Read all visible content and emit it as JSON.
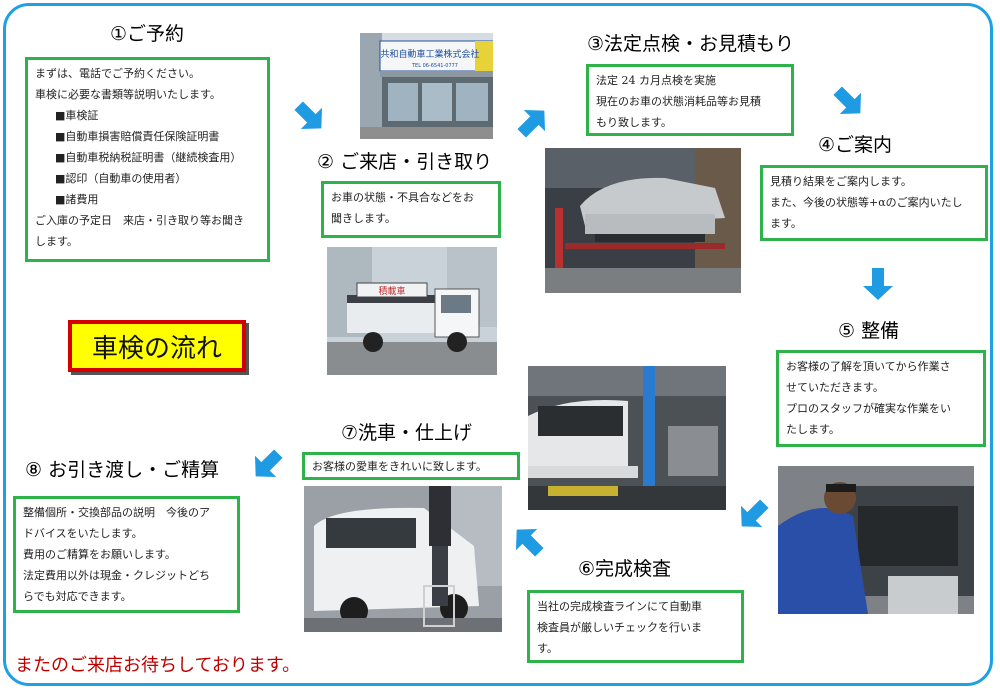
{
  "steps": [
    {
      "title": "①ご予約",
      "lines": [
        "まずは、電話でご予約ください。",
        "車検に必要な書類等説明いたします。",
        "■車検証",
        "■自動車損害賠償責任保険証明書",
        "■自動車税納税証明書（継続検査用）",
        "■認印（自動車の使用者）",
        "■諸費用",
        "ご入庫の予定日　来店・引き取り等お聞き",
        "します。"
      ]
    },
    {
      "title": "② ご来店・引き取り",
      "lines": [
        "お車の状態・不具合などをお",
        "聞きします。"
      ]
    },
    {
      "title": "③法定点検・お見積もり",
      "lines": [
        "法定 24 カ月点検を実施",
        "現在のお車の状態消耗品等お見積",
        "もり致します。"
      ]
    },
    {
      "title": "④ご案内",
      "lines": [
        "見積り結果をご案内します。",
        "また、今後の状態等+αのご案内いたし",
        "ます。"
      ]
    },
    {
      "title": "⑤ 整備",
      "lines": [
        "お客様の了解を頂いてから作業さ",
        "せていただきます。",
        "プロのスタッフが確実な作業をい",
        "たします。"
      ]
    },
    {
      "title": "⑥完成検査",
      "lines": [
        "当社の完成検査ラインにて自動車",
        "検査員が厳しいチェックを行いま",
        "す。"
      ]
    },
    {
      "title": "⑦洗車・仕上げ",
      "lines": [
        "お客様の愛車をきれいに致します。"
      ]
    },
    {
      "title": "⑧ お引き渡し・ご精算",
      "lines": [
        "整備個所・交換部品の説明　今後のア",
        "ドバイスをいたします。",
        "費用のご精算をお願いします。",
        "法定費用以外は現金・クレジットどち",
        "らでも対応できます。"
      ]
    }
  ],
  "shop_sign": {
    "name": "共和自動車工業株式会社",
    "tel": "TEL 06-6541-0777"
  },
  "truck_text": "積載車",
  "badge": "車検の流れ",
  "footer": "またのご来店お待ちしております。",
  "colors": {
    "frame": "#1ea0e6",
    "box_border": "#2db34a",
    "arrow": "#1e9be2",
    "badge_bg": "#ffff00",
    "badge_border": "#d40000",
    "footer": "#c00000"
  }
}
